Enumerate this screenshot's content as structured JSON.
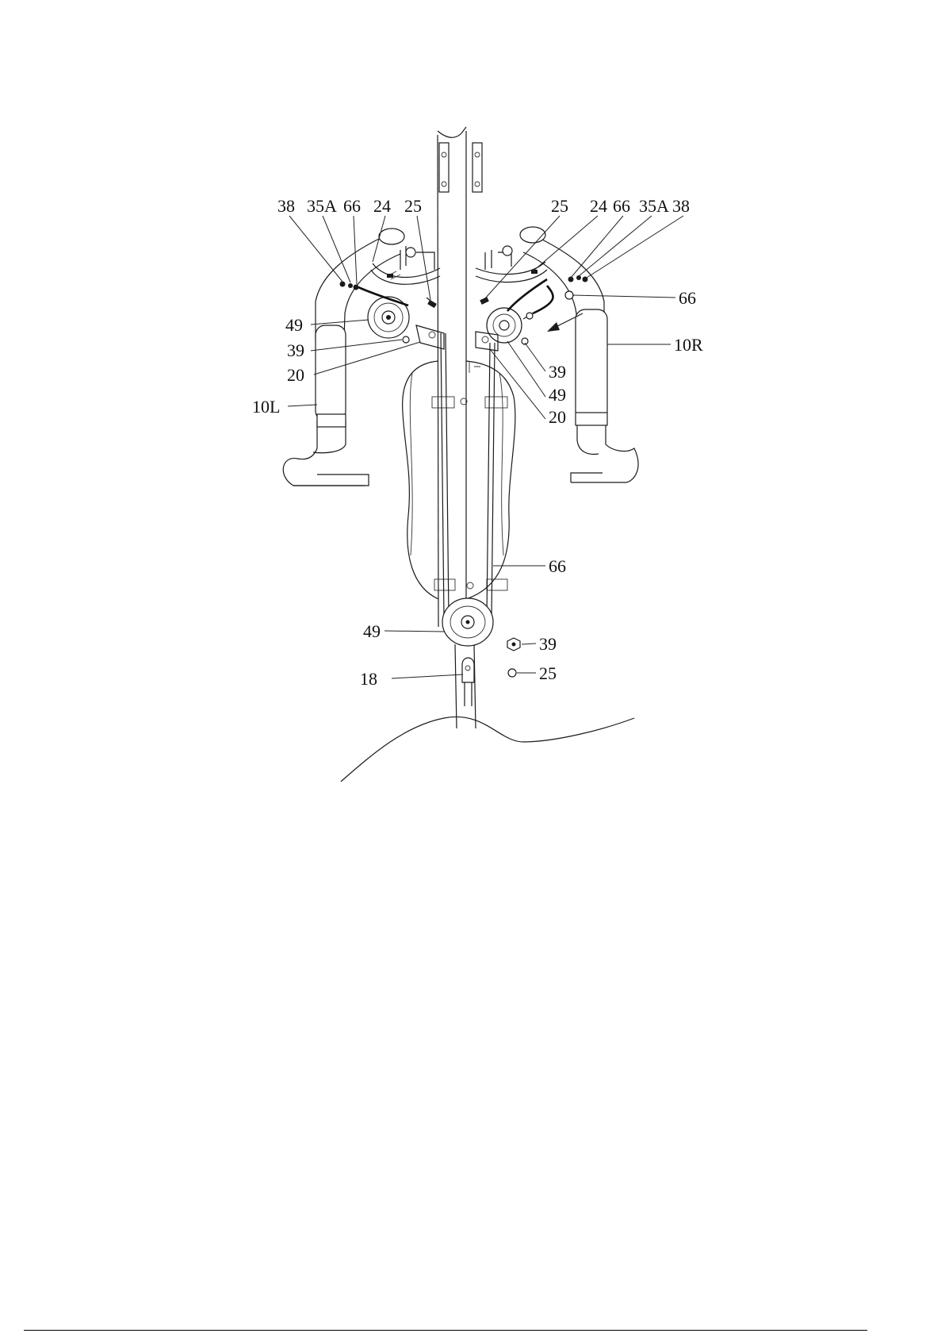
{
  "diagram": {
    "type": "exploded-assembly",
    "labels": [
      {
        "id": "lbl-38-left",
        "text": "38"
      },
      {
        "id": "lbl-35a-left",
        "text": "35A"
      },
      {
        "id": "lbl-66-left",
        "text": "66"
      },
      {
        "id": "lbl-24-left",
        "text": "24"
      },
      {
        "id": "lbl-25-left",
        "text": "25"
      },
      {
        "id": "lbl-25-right",
        "text": "25"
      },
      {
        "id": "lbl-24-right",
        "text": "24"
      },
      {
        "id": "lbl-66-right-top",
        "text": "66"
      },
      {
        "id": "lbl-35a-right",
        "text": "35A"
      },
      {
        "id": "lbl-38-right",
        "text": "38"
      },
      {
        "id": "lbl-66-right",
        "text": "66"
      },
      {
        "id": "lbl-49-left",
        "text": "49"
      },
      {
        "id": "lbl-39-left",
        "text": "39"
      },
      {
        "id": "lbl-20-left",
        "text": "20"
      },
      {
        "id": "lbl-10l",
        "text": "10L"
      },
      {
        "id": "lbl-10r",
        "text": "10R"
      },
      {
        "id": "lbl-39-right",
        "text": "39"
      },
      {
        "id": "lbl-49-right",
        "text": "49"
      },
      {
        "id": "lbl-20-right",
        "text": "20"
      },
      {
        "id": "lbl-66-center",
        "text": "66"
      },
      {
        "id": "lbl-49-bottom",
        "text": "49"
      },
      {
        "id": "lbl-39-bottom",
        "text": "39"
      },
      {
        "id": "lbl-18",
        "text": "18"
      },
      {
        "id": "lbl-25-bottom",
        "text": "25"
      }
    ]
  }
}
